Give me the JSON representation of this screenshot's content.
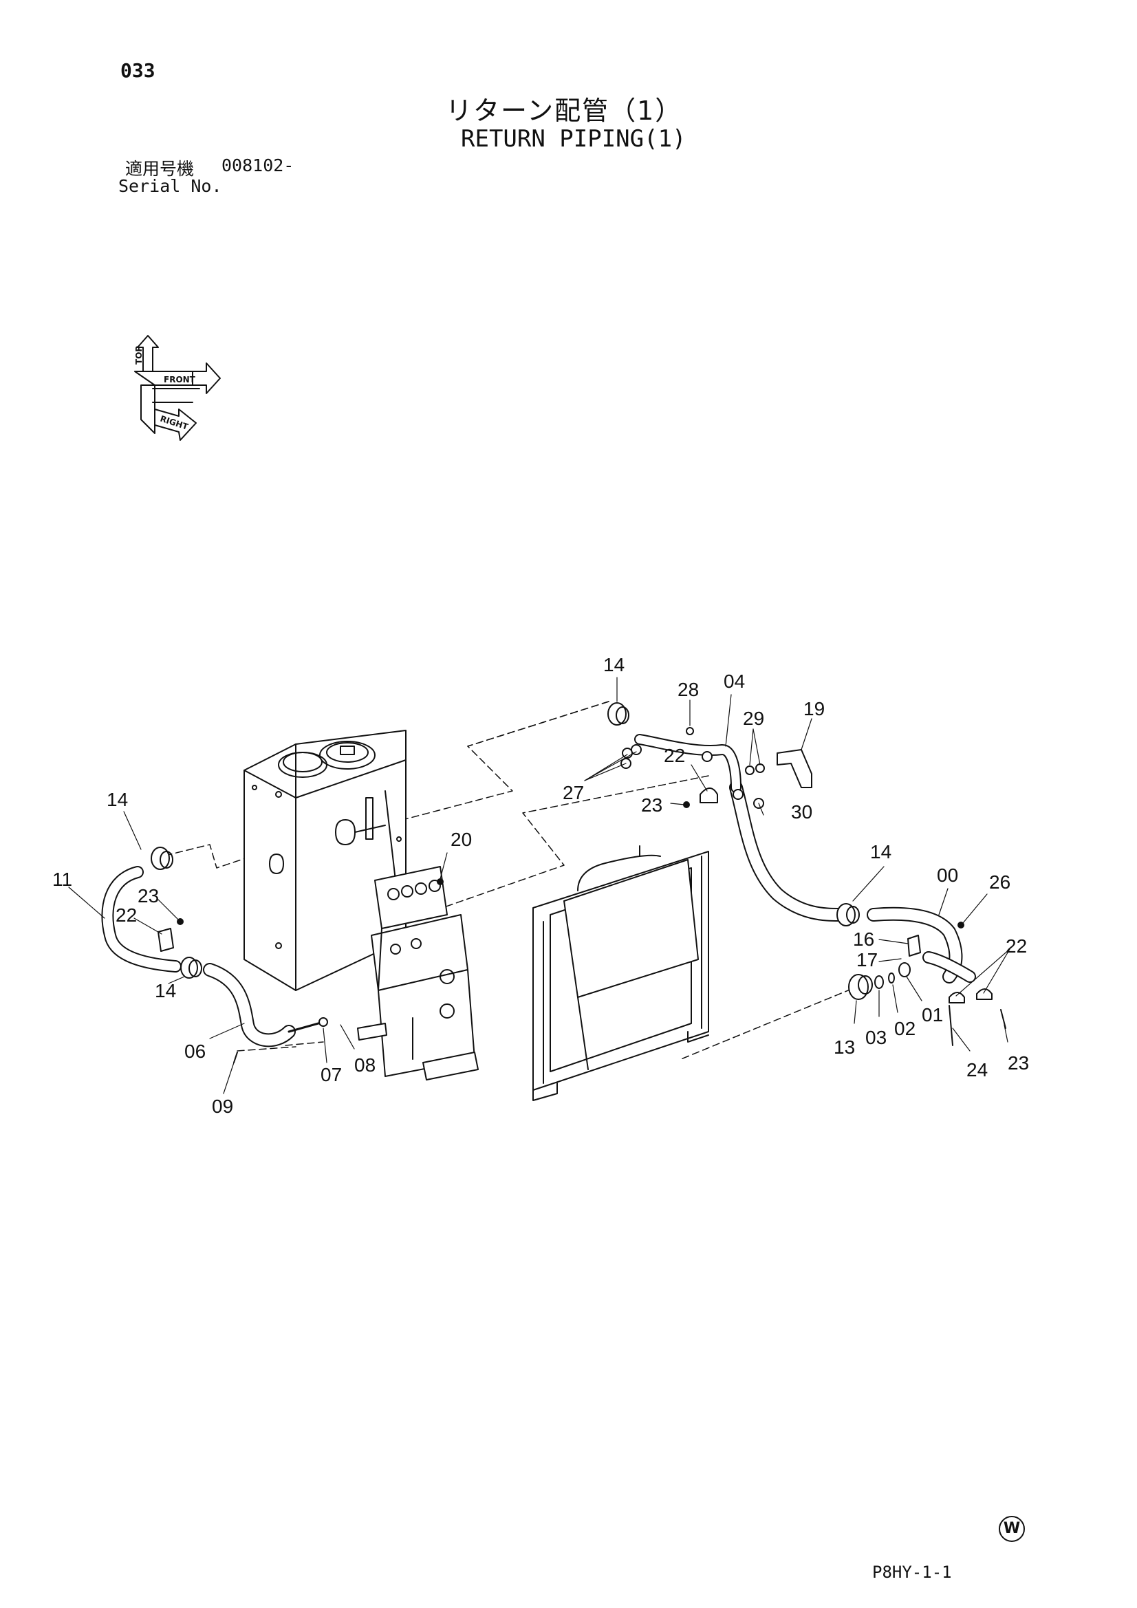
{
  "header": {
    "page_number": "033",
    "title_jp": "リターン配管（1）",
    "title_en": "RETURN PIPING(1)",
    "serial_label_jp": "適用号機",
    "serial_value": "008102-",
    "serial_label_en": "Serial No."
  },
  "orientation": {
    "top": "TOP",
    "front": "FRONT",
    "right": "RIGHT"
  },
  "part_labels": {
    "p14a": "14",
    "p28": "28",
    "p04": "04",
    "p29": "29",
    "p19": "19",
    "p27": "27",
    "p22a": "22",
    "p23a": "23",
    "p30": "30",
    "p20": "20",
    "p14b": "14",
    "p11": "11",
    "p23b": "23",
    "p22b": "22",
    "p14c": "14",
    "p06": "06",
    "p07": "07",
    "p08": "08",
    "p09": "09",
    "p14d": "14",
    "p00": "00",
    "p26": "26",
    "p16": "16",
    "p17": "17",
    "p22c": "22",
    "p13": "13",
    "p03": "03",
    "p02": "02",
    "p01": "01",
    "p24": "24",
    "p23c": "23"
  },
  "footer": {
    "code": "P8HY-1-1",
    "mark": "W"
  }
}
